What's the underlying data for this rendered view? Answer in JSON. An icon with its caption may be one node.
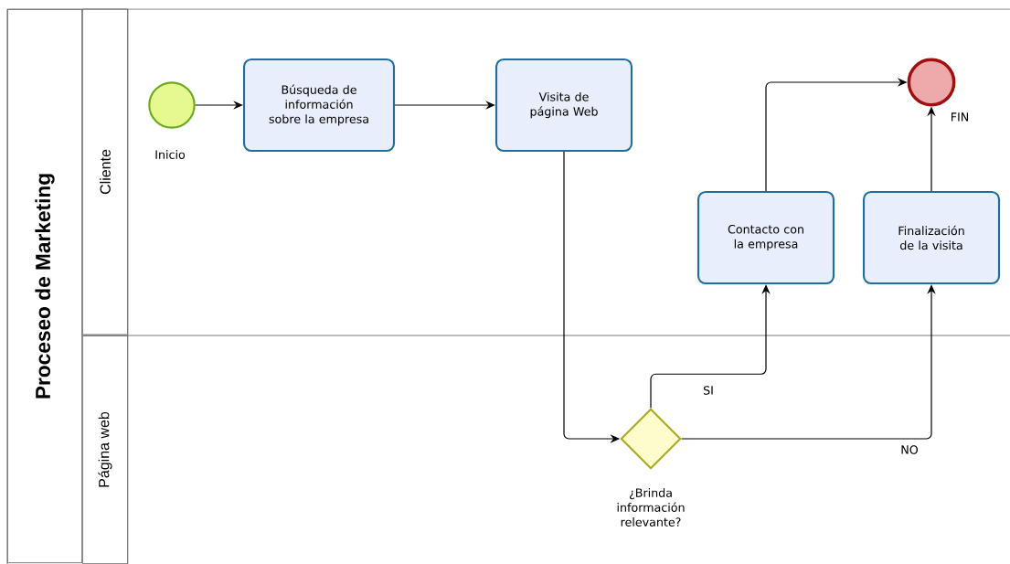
{
  "diagram": {
    "nodes": [
      {
        "text": [
          "Proceseo de Marketing"
        ]
      },
      {
        "text": [
          "Cliente"
        ]
      },
      {
        "text": [
          "Página web"
        ]
      },
      {
        "text": [],
        "shape": "circle",
        "beside": [
          "Inicio"
        ]
      },
      {
        "text": [
          "Búsqueda de información sobre la empresa"
        ]
      },
      {
        "text": [
          "Visita de página Web"
        ]
      },
      {
        "text": [
          "Contacto con la empresa"
        ]
      },
      {
        "text": [
          "Finalización de la visita"
        ]
      },
      {
        "text": [],
        "shape": "circle",
        "beside": [
          "FIN"
        ]
      },
      {
        "text": [],
        "shape": "diamond",
        "beside": [
          "¿Brinda información relevante?"
        ]
      }
    ],
    "edges": [
      {
        "from": 3,
        "to": 4,
        "arrow": "to"
      },
      {
        "from": 4,
        "to": 5,
        "arrow": "to"
      },
      {
        "from": 5,
        "to": 9,
        "arrow": "to"
      },
      {
        "from": 9,
        "to": 6,
        "arrow": "to",
        "label": "SI"
      },
      {
        "from": 9,
        "to": 7,
        "arrow": "to",
        "label": "NO"
      },
      {
        "from": 6,
        "to": 8,
        "arrow": "to"
      },
      {
        "from": 7,
        "to": 8,
        "arrow": "to"
      }
    ]
  }
}
